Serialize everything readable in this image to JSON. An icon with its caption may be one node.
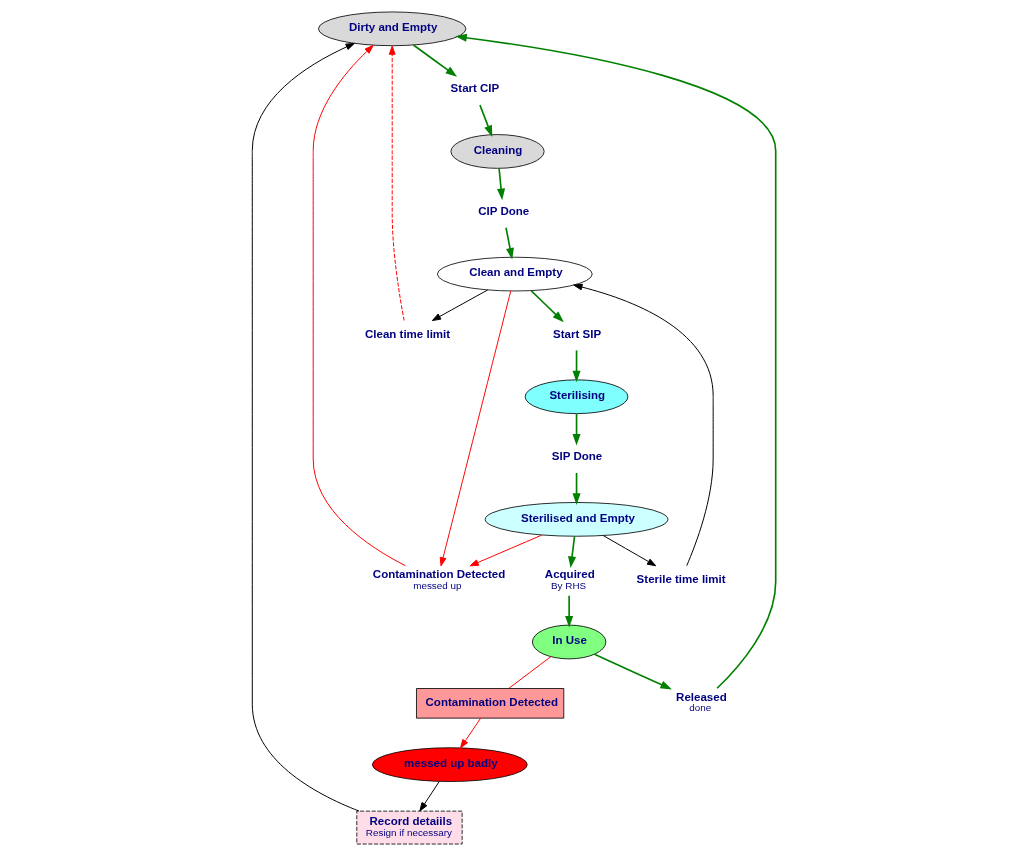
{
  "diagram": {
    "nodes": [
      {
        "text": [
          "Dirty and Empty"
        ]
      },
      {
        "text": [
          "Start CIP"
        ]
      },
      {
        "text": [
          "Cleaning"
        ]
      },
      {
        "text": [
          "CIP Done"
        ]
      },
      {
        "text": [
          "Clean and Empty"
        ]
      },
      {
        "text": [
          "Clean time limit"
        ]
      },
      {
        "text": [
          "Contamination Detected",
          "messed up"
        ]
      },
      {
        "text": [
          "Start SIP"
        ]
      },
      {
        "text": [
          "Sterilising"
        ]
      },
      {
        "text": [
          "Sterile time limit"
        ]
      },
      {
        "text": [
          "SIP Done"
        ]
      },
      {
        "text": [
          "Sterilised and Empty"
        ]
      },
      {
        "text": [
          "Acquired",
          "By RHS"
        ]
      },
      {
        "text": [
          "In Use"
        ]
      },
      {
        "text": [
          "Contamination Detected"
        ]
      },
      {
        "text": [
          "messed up badly"
        ]
      },
      {
        "text": [
          "Record detaiils",
          "Resign if necessary"
        ]
      },
      {
        "text": [
          "Released",
          "done"
        ]
      }
    ],
    "edges": [
      {
        "from": 0,
        "to": 1,
        "arrow": "to"
      },
      {
        "from": 1,
        "to": 2,
        "arrow": "to"
      },
      {
        "from": 2,
        "to": 3,
        "arrow": "to"
      },
      {
        "from": 3,
        "to": 4,
        "arrow": "to"
      },
      {
        "from": 4,
        "to": 5,
        "arrow": "to",
        "color": "#000000"
      },
      {
        "from": 5,
        "to": 0,
        "arrow": "to",
        "style": "dashed",
        "color": "#ff0000"
      },
      {
        "from": 4,
        "to": 6,
        "arrow": "to",
        "color": "#ff0000"
      },
      {
        "from": 6,
        "to": 0,
        "arrow": "to",
        "color": "#ff0000"
      },
      {
        "from": 4,
        "to": 7,
        "arrow": "to"
      },
      {
        "from": 7,
        "to": 8,
        "arrow": "to"
      },
      {
        "from": 8,
        "to": 10,
        "arrow": "to"
      },
      {
        "from": 10,
        "to": 11,
        "arrow": "to"
      },
      {
        "from": 11,
        "to": 9,
        "arrow": "to",
        "color": "#000000"
      },
      {
        "from": 9,
        "to": 4,
        "arrow": "to",
        "color": "#000000"
      },
      {
        "from": 11,
        "to": 6,
        "arrow": "to",
        "color": "#ff0000"
      },
      {
        "from": 11,
        "to": 12,
        "arrow": "to"
      },
      {
        "from": 12,
        "to": 13,
        "arrow": "to"
      },
      {
        "from": 13,
        "to": 14,
        "arrow": "none",
        "color": "#ff0000"
      },
      {
        "from": 14,
        "to": 15,
        "arrow": "to",
        "color": "#ff0000"
      },
      {
        "from": 15,
        "to": 16,
        "arrow": "to",
        "color": "#000000"
      },
      {
        "from": 16,
        "to": 0,
        "arrow": "to",
        "color": "#000000"
      },
      {
        "from": 13,
        "to": 17,
        "arrow": "to"
      },
      {
        "from": 17,
        "to": 0,
        "arrow": "to"
      }
    ]
  }
}
